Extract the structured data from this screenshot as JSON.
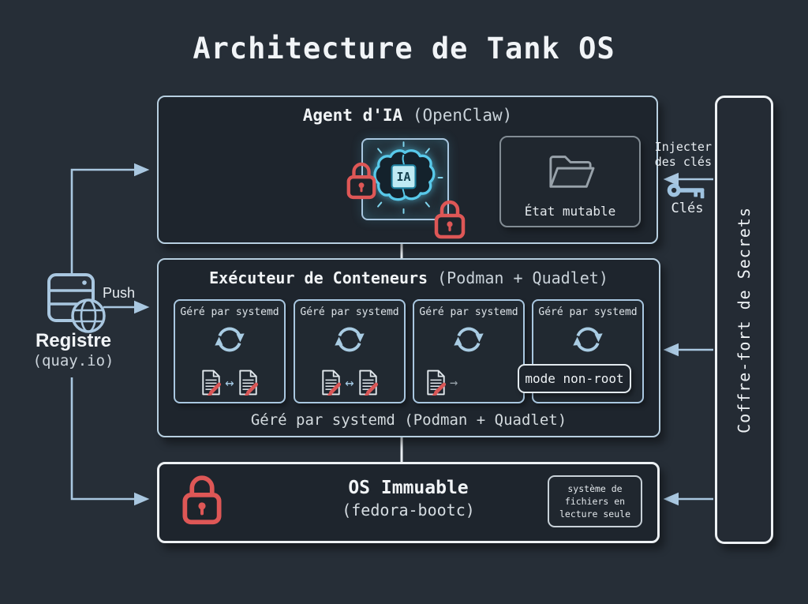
{
  "title": "Architecture de Tank OS",
  "colors": {
    "background": "#262e37",
    "panel_fill": "#1e252d",
    "accent_blue": "#a9c7e0",
    "border_white": "#edf1f4",
    "alert_red": "#de5756",
    "neon_cyan": "#58c9ea"
  },
  "agent_box": {
    "title": "Agent d'IA",
    "subtitle": "(OpenClaw)",
    "ai_chip_label": "IA",
    "mutable_state_label": "État mutable"
  },
  "secrets": {
    "vault_label": "Coffre-fort de Secrets",
    "inject_line1": "Injecter",
    "inject_line2": "des clés",
    "keys_label": "Clés"
  },
  "registry": {
    "push_label": "Push",
    "name": "Registre",
    "subtitle": "(quay.io)"
  },
  "executor_box": {
    "title": "Exécuteur de Conteneurs",
    "subtitle": "(Podman + Quadlet)",
    "cards": [
      {
        "label": "Géré par systemd"
      },
      {
        "label": "Géré par systemd"
      },
      {
        "label": "Géré par systemd"
      },
      {
        "label": "Géré par systemd"
      }
    ],
    "sync_arrow_glyph": "↔",
    "flow_arrow_glyph": "→",
    "callout": "mode non-root",
    "caption": "Géré par systemd (Podman + Quadlet)"
  },
  "os_box": {
    "title": "OS Immuable",
    "subtitle": "(fedora-bootc)",
    "note_line1": "système de",
    "note_line2": "fichiers en",
    "note_line3": "lecture seule"
  }
}
